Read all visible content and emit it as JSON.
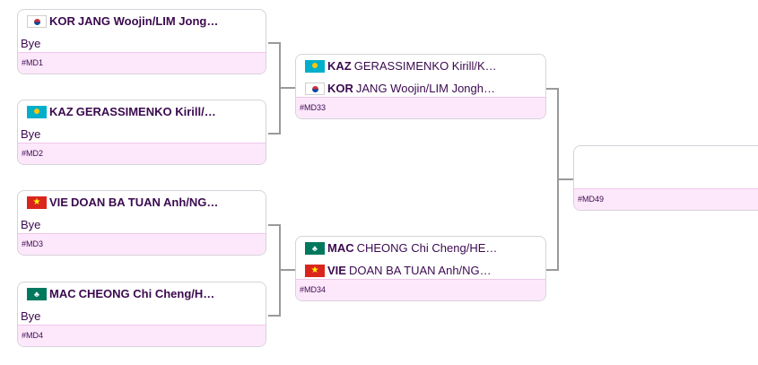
{
  "round1": [
    {
      "id": "#MD1",
      "p1": {
        "code": "KOR",
        "flag": "korea-flag-icon",
        "name": "JANG Woojin/LIM Jong…"
      },
      "p2": "Bye"
    },
    {
      "id": "#MD2",
      "p1": {
        "code": "KAZ",
        "flag": "kazakhstan-flag-icon",
        "name": "GERASSIMENKO Kirill/…"
      },
      "p2": "Bye"
    },
    {
      "id": "#MD3",
      "p1": {
        "code": "VIE",
        "flag": "vietnam-flag-icon",
        "name": "DOAN BA TUAN Anh/NG…"
      },
      "p2": "Bye"
    },
    {
      "id": "#MD4",
      "p1": {
        "code": "MAC",
        "flag": "macau-flag-icon",
        "name": "CHEONG Chi Cheng/H…"
      },
      "p2": "Bye"
    }
  ],
  "round2": [
    {
      "id": "#MD33",
      "p1": {
        "code": "KAZ",
        "flag": "kazakhstan-flag-icon",
        "name": "GERASSIMENKO Kirill/K…"
      },
      "p2": {
        "code": "KOR",
        "flag": "korea-flag-icon",
        "name": "JANG Woojin/LIM Jongh…"
      }
    },
    {
      "id": "#MD34",
      "p1": {
        "code": "MAC",
        "flag": "macau-flag-icon",
        "name": "CHEONG Chi Cheng/HE…"
      },
      "p2": {
        "code": "VIE",
        "flag": "vietnam-flag-icon",
        "name": "DOAN BA TUAN Anh/NG…"
      }
    }
  ],
  "round3": [
    {
      "id": "#MD49"
    }
  ],
  "glyphs": {
    "vie_star": "★",
    "mac_emblem": "♣"
  },
  "colors": {
    "footer_bg": "#fde8fb",
    "text": "#3b0a4f",
    "connector": "#9a9a9a"
  }
}
